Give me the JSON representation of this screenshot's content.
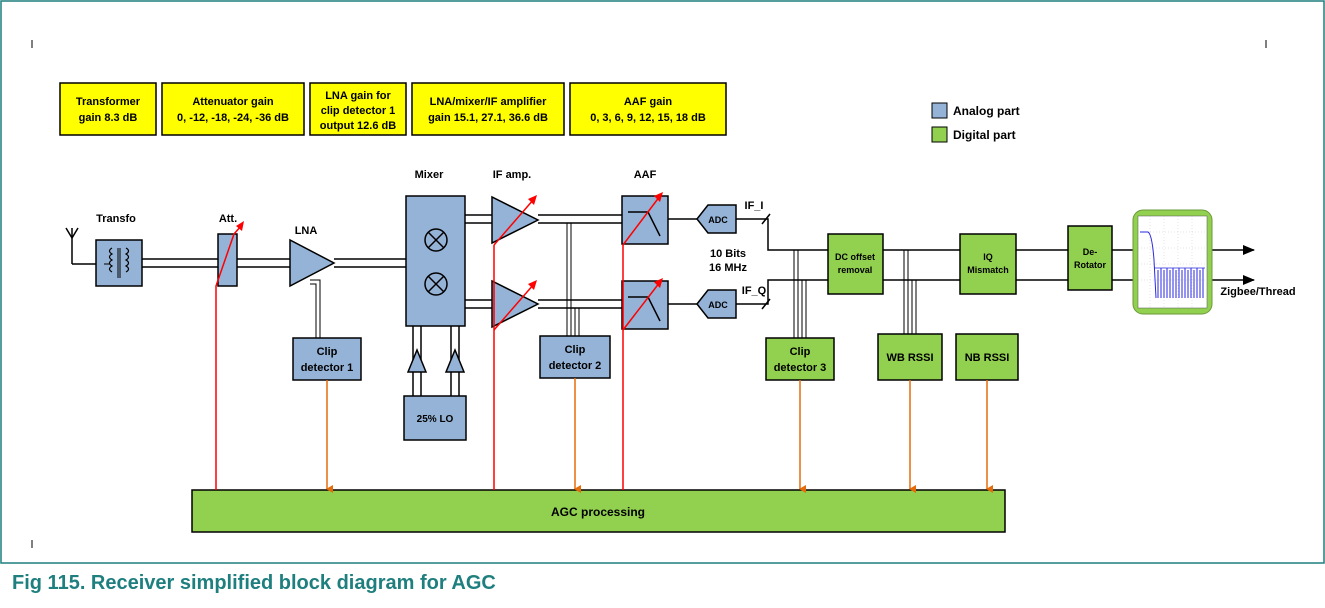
{
  "caption": "Fig 115. Receiver simplified block diagram for AGC",
  "colors": {
    "analog": "#95b3d7",
    "digital": "#92d050",
    "gainbox": "#ffff00",
    "control": "#ff0000",
    "feedback": "#e46c0a",
    "caption": "#1f7f7f"
  },
  "gain_boxes": [
    {
      "line1": "Transformer",
      "line2": "gain 8.3 dB"
    },
    {
      "line1": "Attenuator gain",
      "line2": "0, -12, -18, -24, -36 dB"
    },
    {
      "line1": "LNA gain for",
      "line2": "clip detector 1",
      "line3": "output 12.6 dB"
    },
    {
      "line1": "LNA/mixer/IF amplifier",
      "line2": "gain 15.1, 27.1, 36.6 dB"
    },
    {
      "line1": "AAF gain",
      "line2": "0, 3, 6, 9, 12, 15, 18 dB"
    }
  ],
  "legend": {
    "analog": "Analog part",
    "digital": "Digital part"
  },
  "labels": {
    "transfo": "Transfo",
    "att": "Att.",
    "lna": "LNA",
    "mixer": "Mixer",
    "if_amp": "IF amp.",
    "aaf": "AAF",
    "adc": "ADC",
    "adc_bits": "10 Bits",
    "adc_rate": "16 MHz",
    "if_i": "IF_I",
    "if_q": "IF_Q",
    "lo": "25% LO",
    "output": "Zigbee/Thread"
  },
  "blocks": {
    "clip1_a": "Clip",
    "clip1_b": "detector 1",
    "clip2_a": "Clip",
    "clip2_b": "detector 2",
    "clip3_a": "Clip",
    "clip3_b": "detector 3",
    "dc_a": "DC offset",
    "dc_b": "removal",
    "iq_a": "IQ",
    "iq_b": "Mismatch",
    "derot_a": "De-",
    "derot_b": "Rotator",
    "wb": "WB RSSI",
    "nb": "NB RSSI",
    "agc": "AGC processing"
  }
}
